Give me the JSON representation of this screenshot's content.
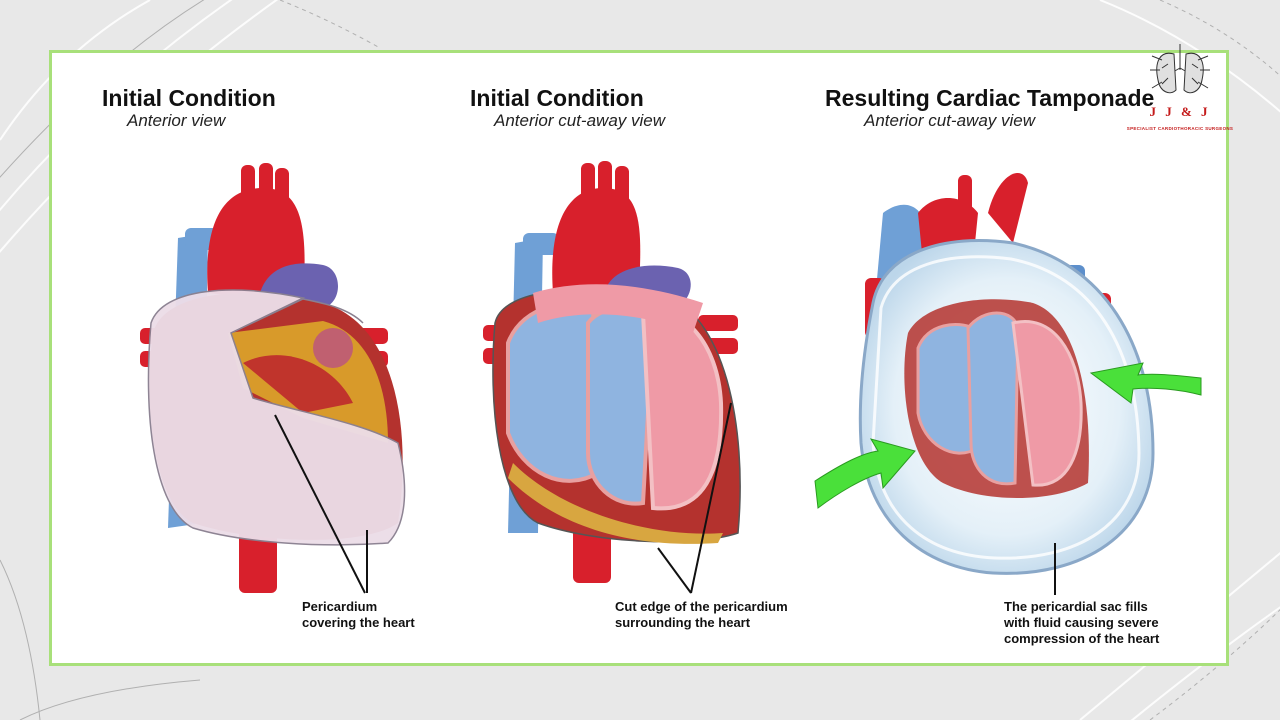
{
  "panels": [
    {
      "title": "Initial Condition",
      "subtitle": "Anterior view",
      "caption": [
        "Pericardium",
        "covering the heart"
      ]
    },
    {
      "title": "Initial Condition",
      "subtitle": "Anterior cut-away view",
      "caption": [
        "Cut edge of the pericardium",
        "surrounding the heart"
      ]
    },
    {
      "title": "Resulting Cardiac Tamponade",
      "subtitle": "Anterior cut-away view",
      "caption": [
        "The pericardial sac fills",
        "with fluid causing severe",
        "compression of the heart"
      ]
    }
  ],
  "logo": {
    "text": "J J & J",
    "tagline": "SPECIALIST CARDIOTHORACIC SURGEONS"
  },
  "colors": {
    "frame": "#a8e07a",
    "artery": "#d8202c",
    "vein": "#6fa0d6",
    "arrow": "#4ae03a",
    "logo": "#c41a1a"
  },
  "icons": [
    "heart-illustration",
    "green-arrow-icon",
    "lungs-logo-icon"
  ]
}
